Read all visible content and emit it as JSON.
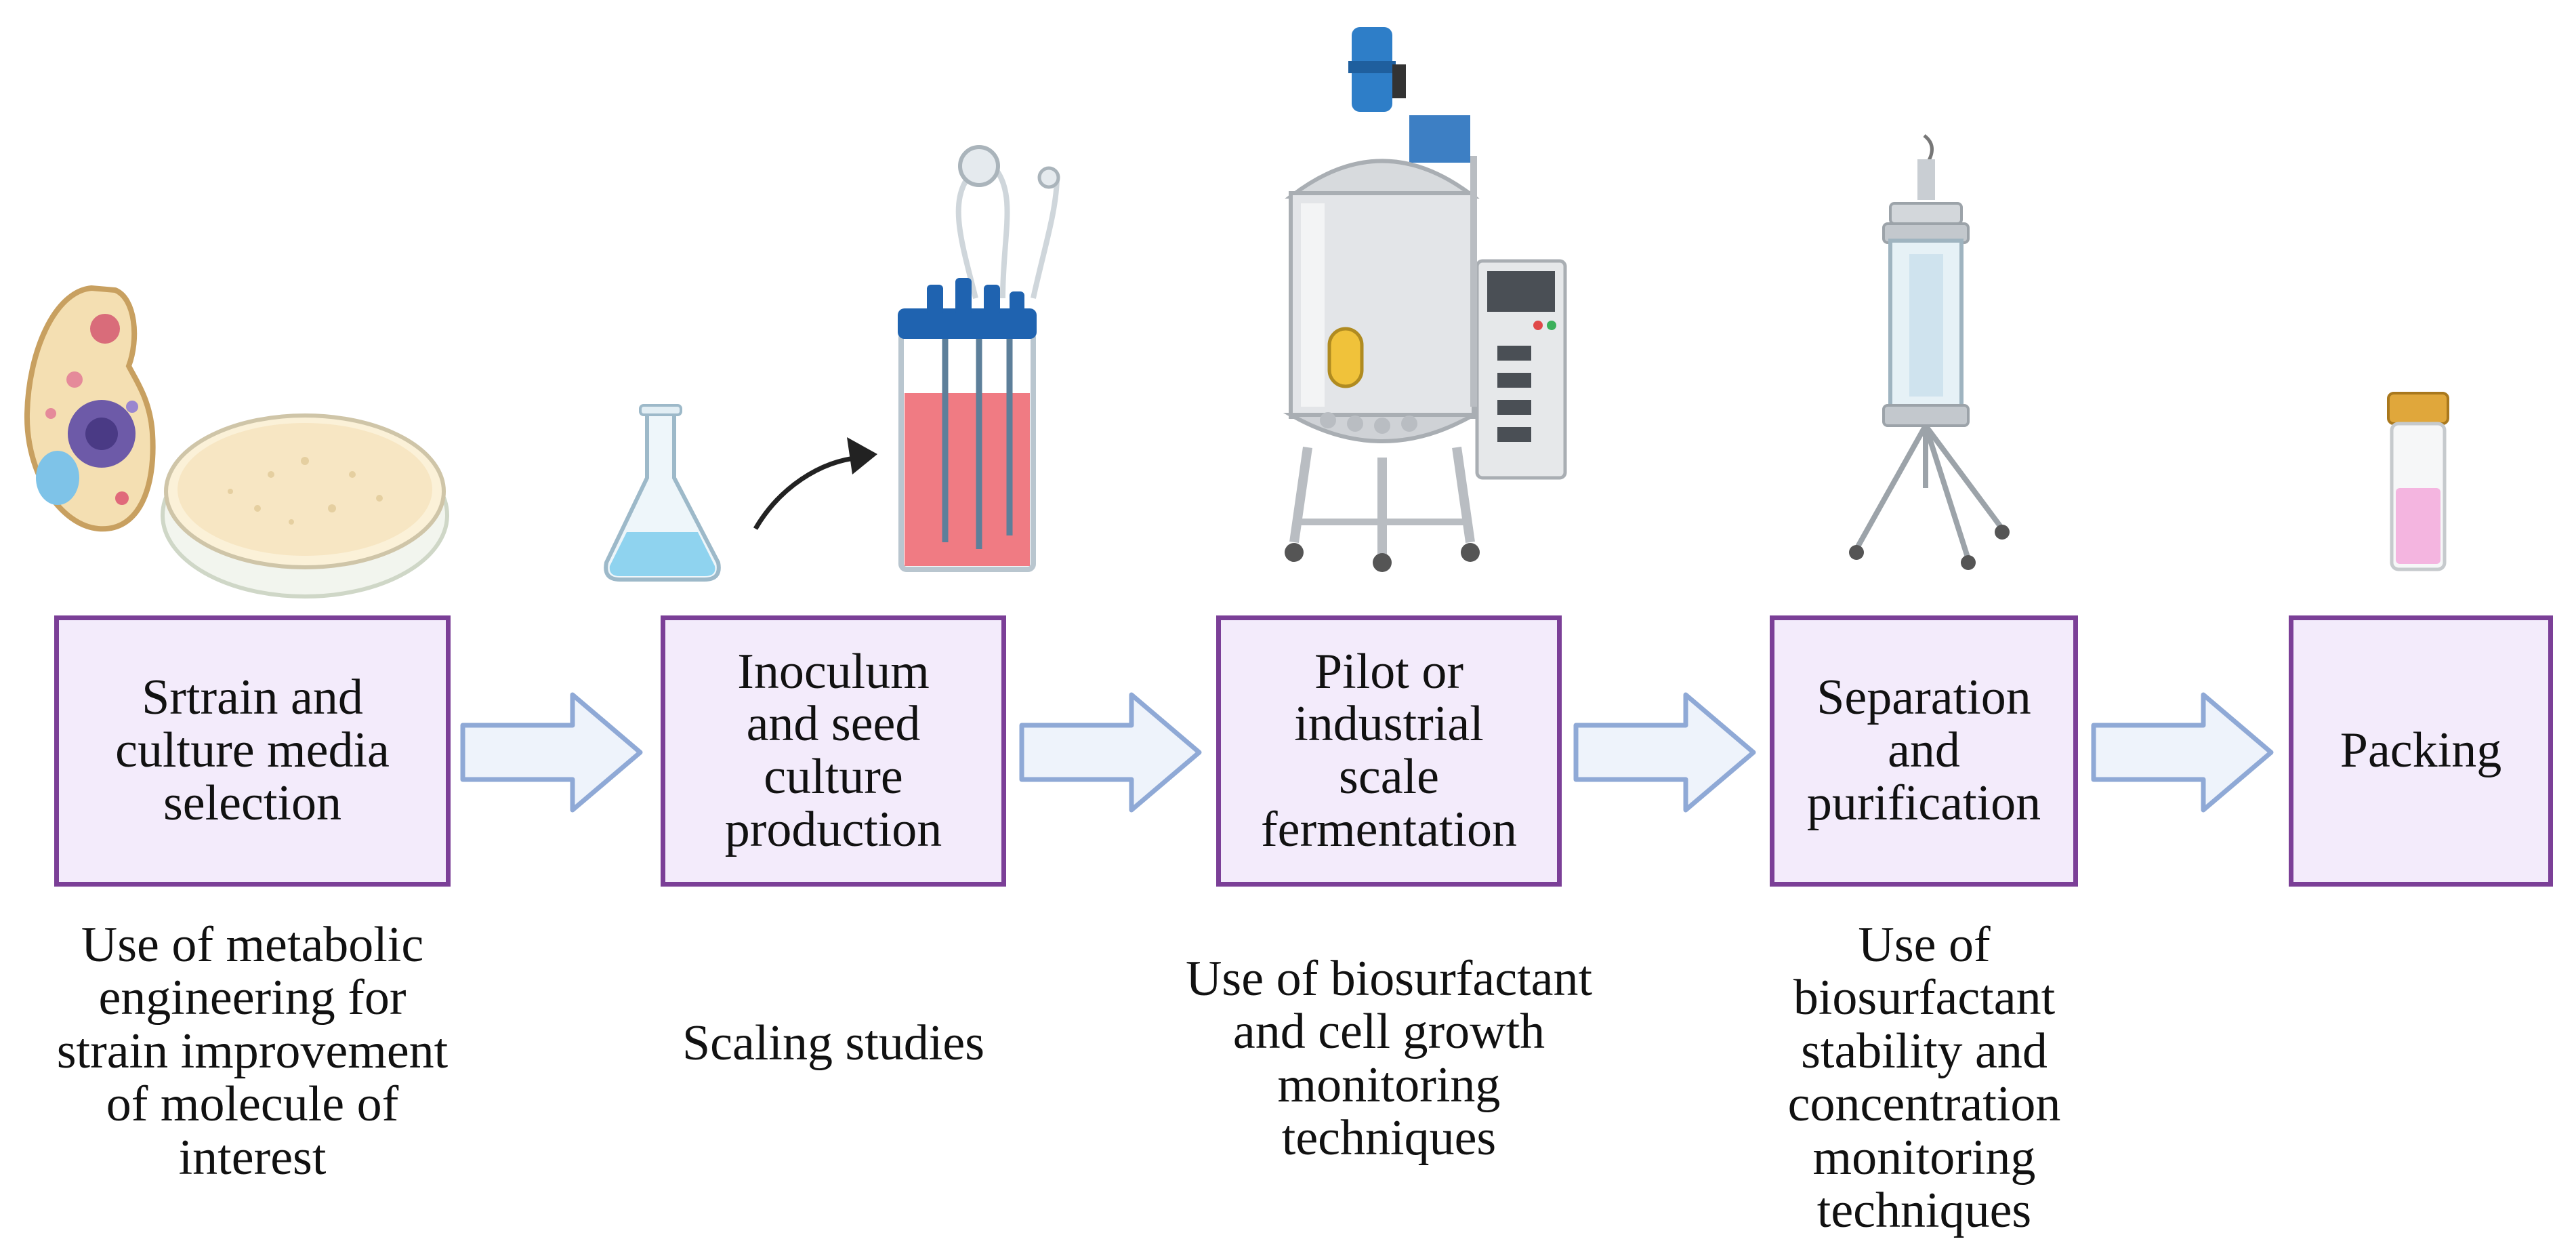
{
  "steps": [
    {
      "label_lines": [
        "Srtrain and",
        "culture media",
        "selection"
      ],
      "illustration": [
        "yeast-cell-icon",
        "petri-dish-icon"
      ],
      "note_lines": [
        "Use of metabolic",
        "engineering for",
        "strain improvement",
        "of molecule of",
        "interest"
      ]
    },
    {
      "label_lines": [
        "Inoculum",
        "and seed",
        "culture",
        "production"
      ],
      "illustration": [
        "erlenmeyer-flask-icon",
        "curved-arrow-icon",
        "bench-bioreactor-icon"
      ],
      "note_lines": [
        "Scaling studies"
      ]
    },
    {
      "label_lines": [
        "Pilot or",
        "industrial",
        "scale",
        "fermentation"
      ],
      "illustration": [
        "industrial-fermenter-icon"
      ],
      "note_lines": [
        "Use of biosurfactant",
        "and cell growth",
        "monitoring",
        "techniques"
      ]
    },
    {
      "label_lines": [
        "Separation",
        "and",
        "purification"
      ],
      "illustration": [
        "chromatography-column-icon"
      ],
      "note_lines": [
        "Use of",
        "biosurfactant",
        "stability and",
        "concentration",
        "monitoring",
        "techniques"
      ]
    },
    {
      "label_lines": [
        "Packing"
      ],
      "illustration": [
        "product-vial-icon"
      ],
      "note_lines": []
    }
  ],
  "colors": {
    "box_border": "#7b3f97",
    "box_fill": "#f3ebfb",
    "arrow_border": "#8fa9d6",
    "arrow_fill": "#eef3fb",
    "text": "#111111"
  }
}
